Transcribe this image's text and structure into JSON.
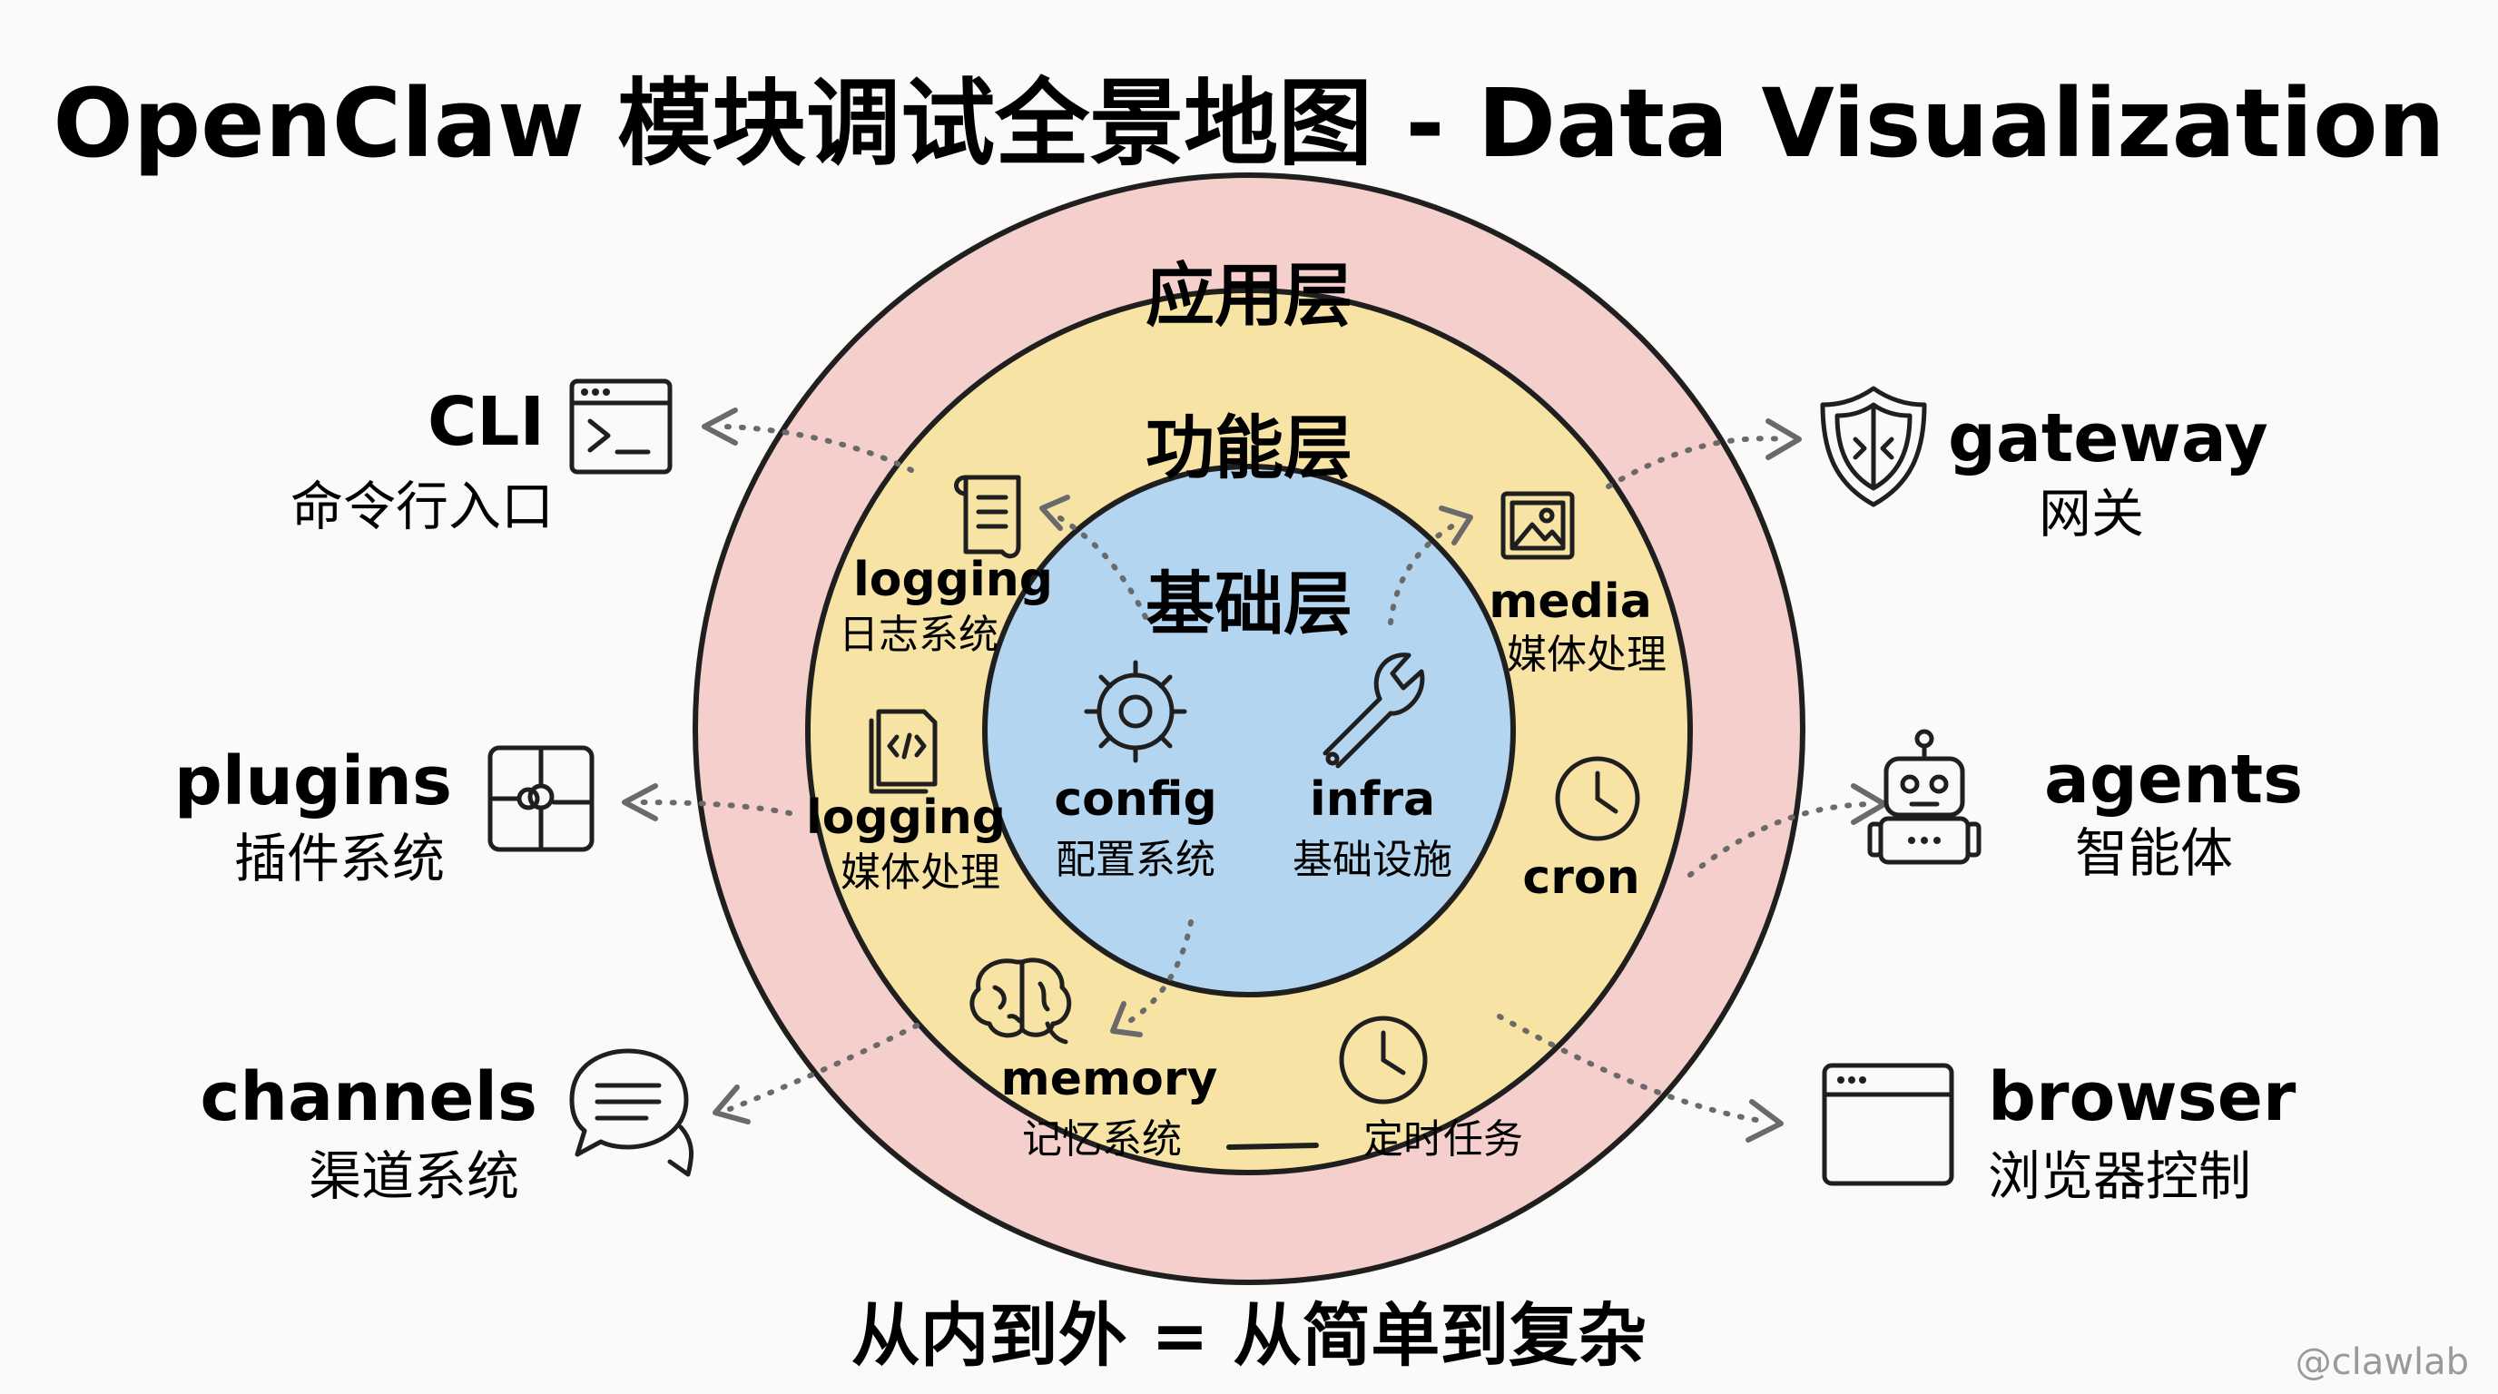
{
  "title": "OpenClaw 模块调试全景地图 - Data Visualization",
  "colors": {
    "outer_ring": "#f4cfcb",
    "middle_ring": "#f7e4a4",
    "core": "#b3d5f0",
    "ink": "#1f1f1f",
    "arrow": "#6a6a6a"
  },
  "layers": {
    "outer": "应用层",
    "middle": "功能层",
    "core": "基础层"
  },
  "core_modules": [
    {
      "name": "config",
      "desc": "配置系统",
      "icon": "gear-icon"
    },
    {
      "name": "infra",
      "desc": "基础设施",
      "icon": "wrench-icon"
    }
  ],
  "middle_modules": [
    {
      "name": "logging",
      "desc": "日志系统",
      "icon": "scroll-icon"
    },
    {
      "name": "media",
      "desc": "媒体处理",
      "icon": "image-icon"
    },
    {
      "name": "logging",
      "desc": "媒体处理",
      "icon": "code-file-icon"
    },
    {
      "name": "cron",
      "desc": "",
      "icon": "clock-icon"
    },
    {
      "name": "memory",
      "desc": "记忆系统",
      "icon": "brain-icon"
    },
    {
      "name": "",
      "desc": "定时任务",
      "icon": "clock-icon"
    }
  ],
  "external_modules": [
    {
      "name": "CLI",
      "desc": "命令行入口",
      "icon": "terminal-icon"
    },
    {
      "name": "plugins",
      "desc": "插件系统",
      "icon": "puzzle-icon"
    },
    {
      "name": "channels",
      "desc": "渠道系统",
      "icon": "chat-bubble-icon"
    },
    {
      "name": "gateway",
      "desc": "网关",
      "icon": "shield-icon"
    },
    {
      "name": "agents",
      "desc": "智能体",
      "icon": "robot-icon"
    },
    {
      "name": "browser",
      "desc": "浏览器控制",
      "icon": "browser-window-icon"
    }
  ],
  "footer": "从内到外 = 从简单到复杂",
  "watermark": "@clawlab"
}
